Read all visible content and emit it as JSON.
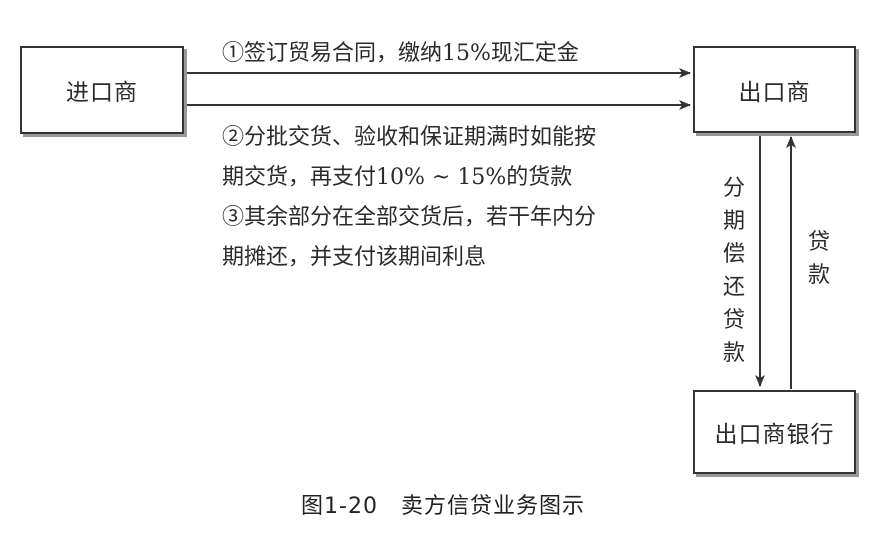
{
  "nodes": {
    "importer": "进口商",
    "exporter": "出口商",
    "exporter_bank": "出口商银行"
  },
  "notes": {
    "step1": "①签订贸易合同，缴纳15%现汇定金",
    "step2_line1": "②分批交货、验收和保证期满时如能按",
    "step2_line2": "期交货，再支付10% ~ 15%的货款",
    "step3_line1": "③其余部分在全部交货后，若干年内分",
    "step3_line2": "期摊还，并支付该期间利息"
  },
  "vertical_labels": {
    "repay": "分期偿还贷款",
    "loan": "贷款"
  },
  "caption": "图1-20　卖方信贷业务图示",
  "colors": {
    "line": "#333333",
    "shadow": "#9a9a9a"
  }
}
